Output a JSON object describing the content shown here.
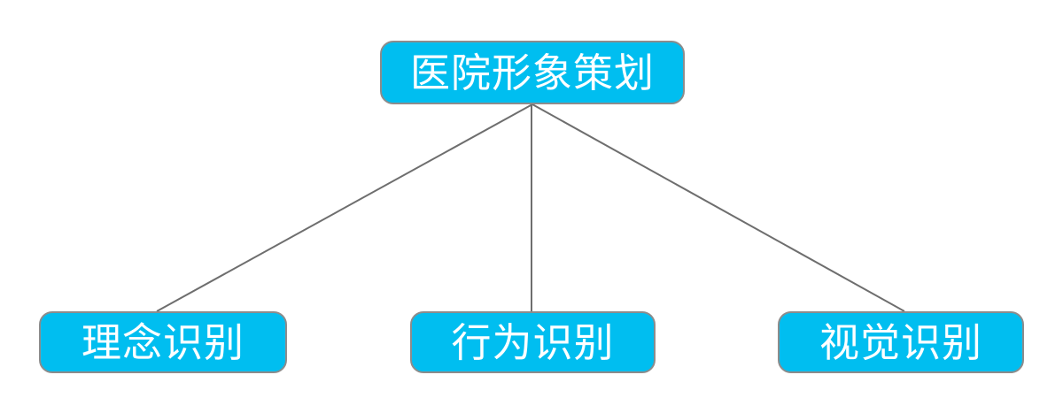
{
  "diagram": {
    "type": "tree",
    "root": {
      "label": "医院形象策划"
    },
    "children": [
      {
        "label": "理念识别"
      },
      {
        "label": "行为识别"
      },
      {
        "label": "视觉识别"
      }
    ],
    "colors": {
      "node_fill": "#00BEF0",
      "node_border": "#8C8C8C",
      "connector_line": "#6E6E6E",
      "node_text": "#FFFFFF",
      "background": "#FFFFFF"
    }
  }
}
